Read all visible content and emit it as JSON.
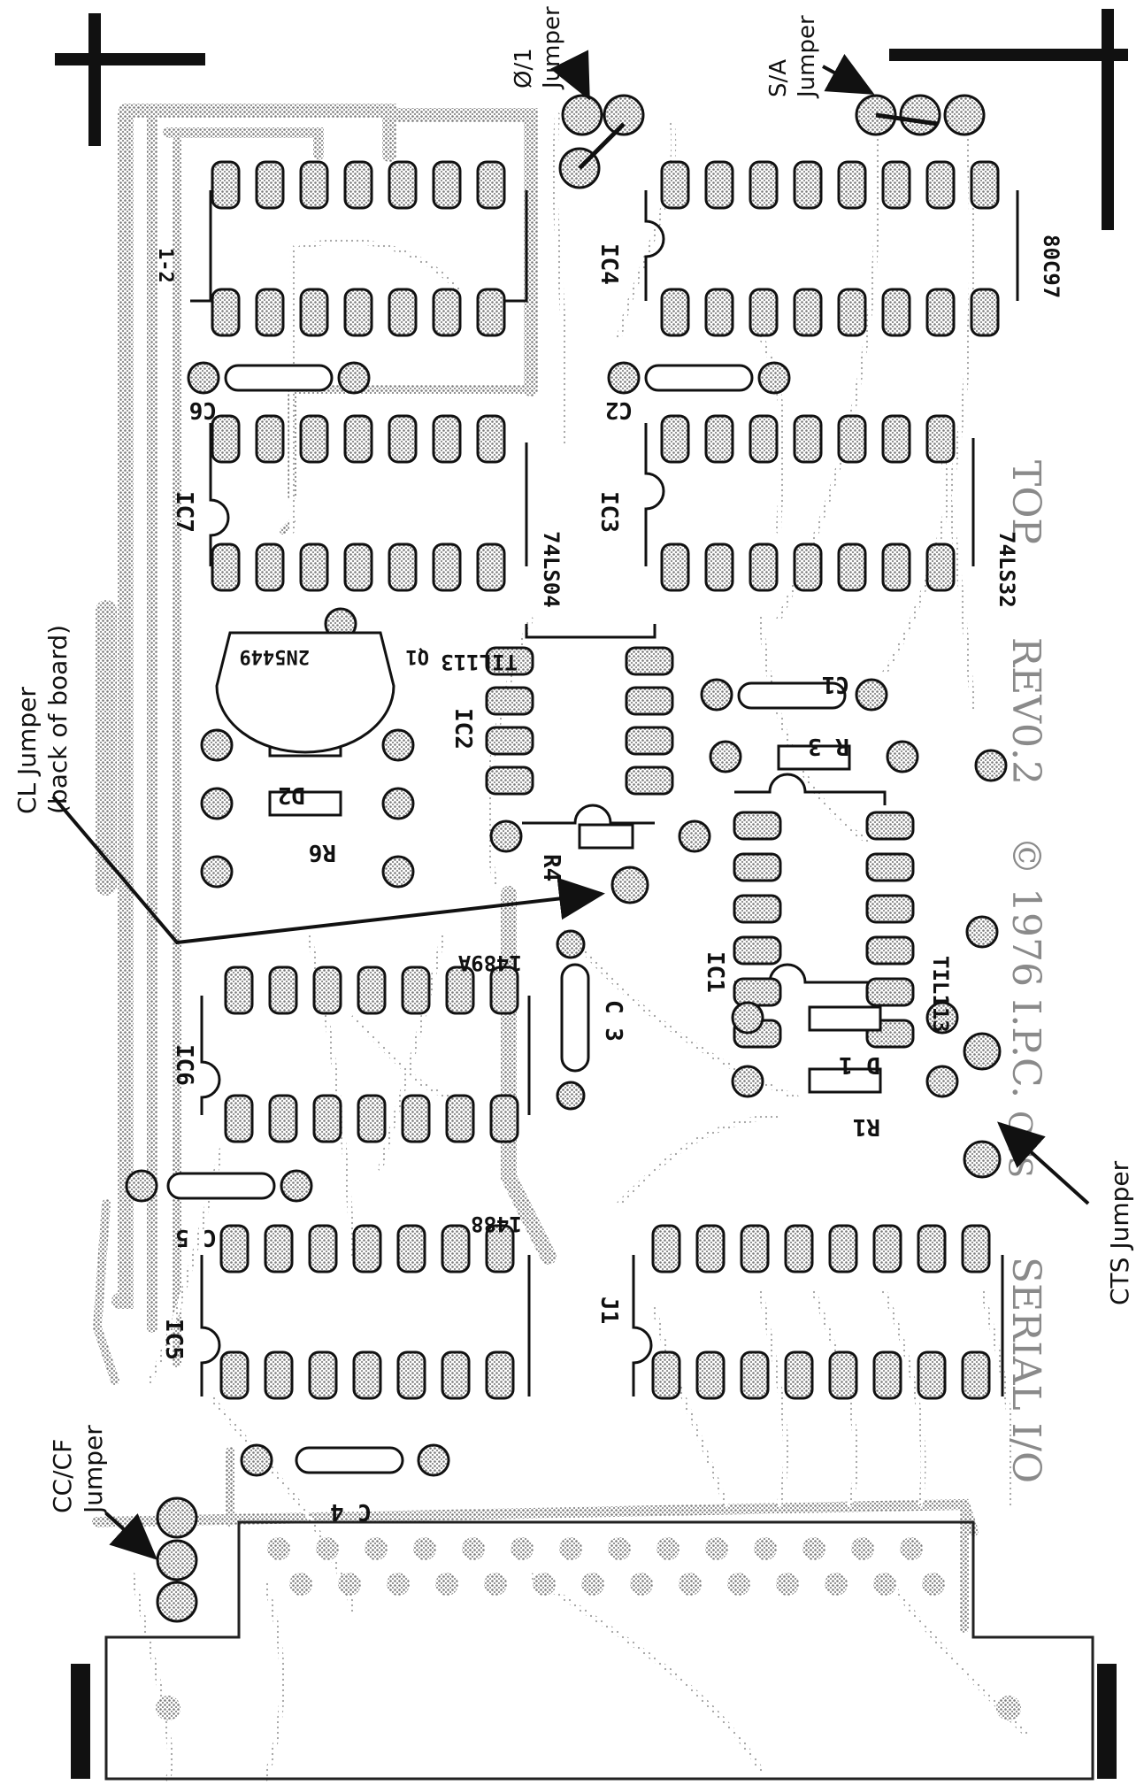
{
  "annotations": {
    "cl_jumper_line1": "CL Jumper",
    "cl_jumper_line2": "(back of board)",
    "cc_cf_line1": "CC/CF",
    "cc_cf_line2": "Jumper",
    "o1_line1": "Ø/1",
    "o1_line2": "Jumper",
    "sa_line1": "S/A",
    "sa_line2": "Jumper",
    "cts_jumper": "CTS Jumper"
  },
  "chips": {
    "ic1_part": "TIL113",
    "ic2_part": "TIL113",
    "ic3_part": "74LS32",
    "ic4_part": "80C97",
    "ic6_part": "1489A",
    "ic5_part": "1488",
    "ic7_part": "74LS04",
    "q1_part": "2N5449"
  },
  "refdes": {
    "ic1": "IC1",
    "ic2": "IC2",
    "ic3": "IC3",
    "ic4": "IC4",
    "ic5": "IC5",
    "ic6": "IC6",
    "ic7": "IC7",
    "c1": "C1",
    "c2": "C2",
    "c3": "C 3",
    "c4": "C 4",
    "c5": "C 5",
    "c6": "C6",
    "r1": "R1",
    "r3": "R 3",
    "r4": "R4",
    "r6": "R6",
    "d1": "D 1",
    "d2": "D2",
    "q1": "Q1",
    "j1": "J1",
    "jumper_12": "1-2"
  },
  "board_text": {
    "top": "TOP",
    "rev": "REV0.2",
    "copyright": "© 1976 I.P.C.",
    "serial": "SERIAL I/O",
    "cts_pad": "CTS"
  },
  "colors": {
    "trace": "#9a9a9a",
    "ink": "#111111",
    "pad": "#8d8d8d"
  }
}
